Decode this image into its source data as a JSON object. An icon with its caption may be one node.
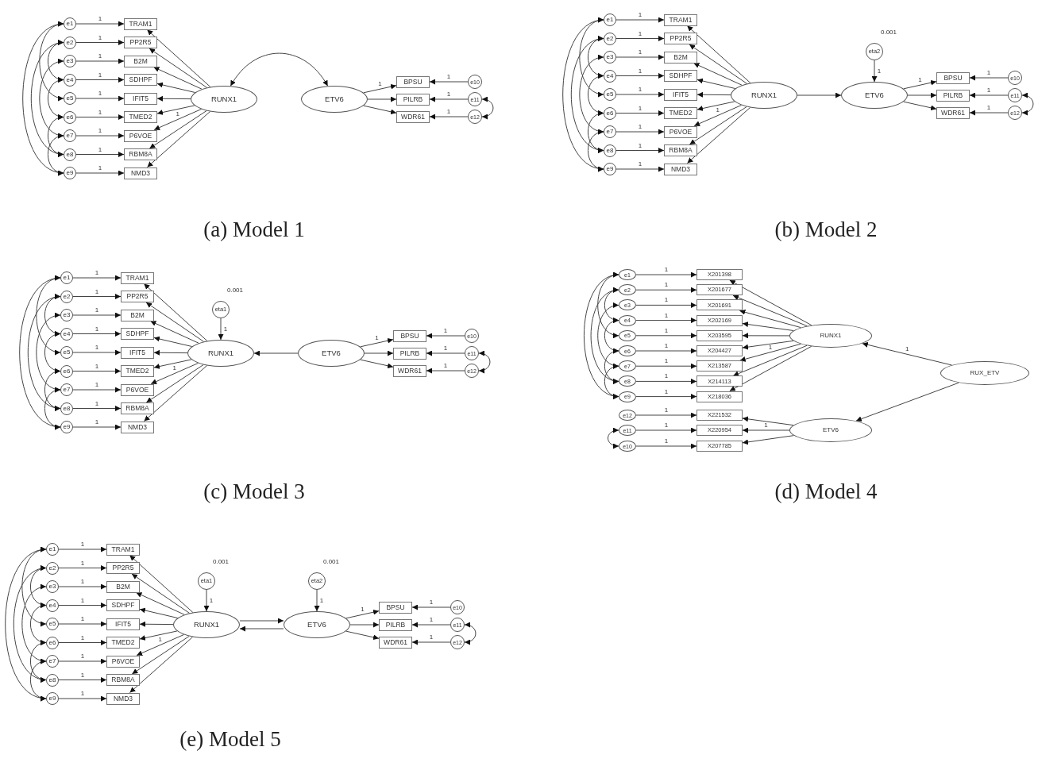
{
  "diagram": {
    "nodes": [
      {
        "text": [
          "e1"
        ]
      },
      {
        "text": [
          "e2"
        ]
      },
      {
        "text": [
          "e3"
        ]
      },
      {
        "text": [
          "e4"
        ]
      },
      {
        "text": [
          "e5"
        ]
      },
      {
        "text": [
          "e6"
        ]
      },
      {
        "text": [
          "e7"
        ]
      },
      {
        "text": [
          "e8"
        ]
      },
      {
        "text": [
          "e9"
        ]
      },
      {
        "text": [
          "TRAM1"
        ]
      },
      {
        "text": [
          "PP2R5"
        ]
      },
      {
        "text": [
          "B2M"
        ]
      },
      {
        "text": [
          "SDHPF"
        ]
      },
      {
        "text": [
          "IFIT5"
        ]
      },
      {
        "text": [
          "TMED2"
        ]
      },
      {
        "text": [
          "P6VOE"
        ]
      },
      {
        "text": [
          "RBM8A"
        ]
      },
      {
        "text": [
          "NMD3"
        ]
      },
      {
        "text": [
          "RUNX1"
        ]
      },
      {
        "text": [
          "ETV6"
        ]
      },
      {
        "text": [
          "BPSU"
        ]
      },
      {
        "text": [
          "PILRB"
        ]
      },
      {
        "text": [
          "WDR61"
        ]
      },
      {
        "text": [
          "e10"
        ]
      },
      {
        "text": [
          "e11"
        ]
      },
      {
        "text": [
          "e12"
        ]
      },
      {
        "text": [
          "e1"
        ]
      },
      {
        "text": [
          "e2"
        ]
      },
      {
        "text": [
          "e3"
        ]
      },
      {
        "text": [
          "e4"
        ]
      },
      {
        "text": [
          "e5"
        ]
      },
      {
        "text": [
          "e6"
        ]
      },
      {
        "text": [
          "e7"
        ]
      },
      {
        "text": [
          "e8"
        ]
      },
      {
        "text": [
          "e9"
        ]
      },
      {
        "text": [
          "TRAM1"
        ]
      },
      {
        "text": [
          "PP2R5"
        ]
      },
      {
        "text": [
          "B2M"
        ]
      },
      {
        "text": [
          "SDHPF"
        ]
      },
      {
        "text": [
          "IFIT5"
        ]
      },
      {
        "text": [
          "TMED2"
        ]
      },
      {
        "text": [
          "P6VOE"
        ]
      },
      {
        "text": [
          "RBM8A"
        ]
      },
      {
        "text": [
          "NMD3"
        ]
      },
      {
        "text": [
          "RUNX1"
        ]
      },
      {
        "text": [
          "ETV6"
        ]
      },
      {
        "text": [
          "BPSU"
        ]
      },
      {
        "text": [
          "PILRB"
        ]
      },
      {
        "text": [
          "WDR61"
        ]
      },
      {
        "text": [
          "e10"
        ]
      },
      {
        "text": [
          "e11"
        ]
      },
      {
        "text": [
          "e12"
        ]
      },
      {
        "text": [
          "eta2"
        ],
        "beside": [
          "0.001"
        ]
      },
      {
        "text": [
          "e1"
        ]
      },
      {
        "text": [
          "e2"
        ]
      },
      {
        "text": [
          "e3"
        ]
      },
      {
        "text": [
          "e4"
        ]
      },
      {
        "text": [
          "e5"
        ]
      },
      {
        "text": [
          "e6"
        ]
      },
      {
        "text": [
          "e7"
        ]
      },
      {
        "text": [
          "e8"
        ]
      },
      {
        "text": [
          "e9"
        ]
      },
      {
        "text": [
          "TRAM1"
        ]
      },
      {
        "text": [
          "PP2R5"
        ]
      },
      {
        "text": [
          "B2M"
        ]
      },
      {
        "text": [
          "SDHPF"
        ]
      },
      {
        "text": [
          "IFIT5"
        ]
      },
      {
        "text": [
          "TMED2"
        ]
      },
      {
        "text": [
          "P6VOE"
        ]
      },
      {
        "text": [
          "RBM8A"
        ]
      },
      {
        "text": [
          "NMD3"
        ]
      },
      {
        "text": [
          "RUNX1"
        ]
      },
      {
        "text": [
          "ETV6"
        ]
      },
      {
        "text": [
          "BPSU"
        ]
      },
      {
        "text": [
          "PILRB"
        ]
      },
      {
        "text": [
          "WDR61"
        ]
      },
      {
        "text": [
          "e10"
        ]
      },
      {
        "text": [
          "e11"
        ]
      },
      {
        "text": [
          "e12"
        ]
      },
      {
        "text": [
          "eta1"
        ],
        "beside": [
          "0.001"
        ]
      },
      {
        "text": [
          "e1"
        ]
      },
      {
        "text": [
          "e2"
        ]
      },
      {
        "text": [
          "e3"
        ]
      },
      {
        "text": [
          "e4"
        ]
      },
      {
        "text": [
          "e5"
        ]
      },
      {
        "text": [
          "e6"
        ]
      },
      {
        "text": [
          "e7"
        ]
      },
      {
        "text": [
          "e8"
        ]
      },
      {
        "text": [
          "e9"
        ]
      },
      {
        "text": [
          "e12"
        ]
      },
      {
        "text": [
          "e11"
        ]
      },
      {
        "text": [
          "e10"
        ]
      },
      {
        "text": [
          "X201398"
        ]
      },
      {
        "text": [
          "X201677"
        ]
      },
      {
        "text": [
          "X201691"
        ]
      },
      {
        "text": [
          "X202169"
        ]
      },
      {
        "text": [
          "X203595"
        ]
      },
      {
        "text": [
          "X204427"
        ]
      },
      {
        "text": [
          "X213587"
        ]
      },
      {
        "text": [
          "X214113"
        ]
      },
      {
        "text": [
          "X218036"
        ]
      },
      {
        "text": [
          "X221532"
        ]
      },
      {
        "text": [
          "X220954"
        ]
      },
      {
        "text": [
          "X207785"
        ]
      },
      {
        "text": [
          "RUNX1"
        ]
      },
      {
        "text": [
          "ETV6"
        ]
      },
      {
        "text": [
          "RUX_ETV"
        ]
      },
      {
        "text": [
          "e1"
        ]
      },
      {
        "text": [
          "e2"
        ]
      },
      {
        "text": [
          "e3"
        ]
      },
      {
        "text": [
          "e4"
        ]
      },
      {
        "text": [
          "e5"
        ]
      },
      {
        "text": [
          "e6"
        ]
      },
      {
        "text": [
          "e7"
        ]
      },
      {
        "text": [
          "e8"
        ]
      },
      {
        "text": [
          "e9"
        ]
      },
      {
        "text": [
          "TRAM1"
        ]
      },
      {
        "text": [
          "PP2R5"
        ]
      },
      {
        "text": [
          "B2M"
        ]
      },
      {
        "text": [
          "SDHPF"
        ]
      },
      {
        "text": [
          "IFIT5"
        ]
      },
      {
        "text": [
          "TMED2"
        ]
      },
      {
        "text": [
          "P6VOE"
        ]
      },
      {
        "text": [
          "RBM8A"
        ]
      },
      {
        "text": [
          "NMD3"
        ]
      },
      {
        "text": [
          "RUNX1"
        ]
      },
      {
        "text": [
          "ETV6"
        ]
      },
      {
        "text": [
          "BPSU"
        ]
      },
      {
        "text": [
          "PILRB"
        ]
      },
      {
        "text": [
          "WDR61"
        ]
      },
      {
        "text": [
          "e10"
        ]
      },
      {
        "text": [
          "e11"
        ]
      },
      {
        "text": [
          "e12"
        ]
      },
      {
        "text": [
          "eta1"
        ],
        "beside": [
          "0.001"
        ]
      },
      {
        "text": [
          "eta2"
        ],
        "beside": [
          "0.001"
        ]
      }
    ],
    "edges": [
      {
        "from": 0,
        "to": 9,
        "arrow": "to",
        "label": "1"
      },
      {
        "from": 1,
        "to": 10,
        "arrow": "to",
        "label": "1"
      },
      {
        "from": 2,
        "to": 11,
        "arrow": "to",
        "label": "1"
      },
      {
        "from": 3,
        "to": 12,
        "arrow": "to",
        "label": "1"
      },
      {
        "from": 4,
        "to": 13,
        "arrow": "to",
        "label": "1"
      },
      {
        "from": 5,
        "to": 14,
        "arrow": "to",
        "label": "1"
      },
      {
        "from": 6,
        "to": 15,
        "arrow": "to",
        "label": "1"
      },
      {
        "from": 7,
        "to": 16,
        "arrow": "to",
        "label": "1"
      },
      {
        "from": 8,
        "to": 17,
        "arrow": "to",
        "label": "1"
      },
      {
        "from": 18,
        "to": 9,
        "arrow": "to"
      },
      {
        "from": 18,
        "to": 10,
        "arrow": "to"
      },
      {
        "from": 18,
        "to": 11,
        "arrow": "to"
      },
      {
        "from": 18,
        "to": 12,
        "arrow": "to"
      },
      {
        "from": 18,
        "to": 13,
        "arrow": "to"
      },
      {
        "from": 18,
        "to": 14,
        "arrow": "to"
      },
      {
        "from": 18,
        "to": 15,
        "arrow": "to",
        "label": "1"
      },
      {
        "from": 18,
        "to": 16,
        "arrow": "to"
      },
      {
        "from": 18,
        "to": 17,
        "arrow": "to"
      },
      {
        "from": 19,
        "to": 20,
        "arrow": "to",
        "label": "1"
      },
      {
        "from": 19,
        "to": 21,
        "arrow": "to"
      },
      {
        "from": 19,
        "to": 22,
        "arrow": "to"
      },
      {
        "from": 23,
        "to": 20,
        "arrow": "to",
        "label": "1"
      },
      {
        "from": 24,
        "to": 21,
        "arrow": "to",
        "label": "1"
      },
      {
        "from": 25,
        "to": 22,
        "arrow": "to",
        "label": "1"
      },
      {
        "from": 0,
        "to": 8,
        "arrow": "both"
      },
      {
        "from": 0,
        "to": 4,
        "arrow": "both"
      },
      {
        "from": 1,
        "to": 7,
        "arrow": "both"
      },
      {
        "from": 1,
        "to": 3,
        "arrow": "both"
      },
      {
        "from": 2,
        "to": 6,
        "arrow": "both"
      },
      {
        "from": 3,
        "to": 5,
        "arrow": "both"
      },
      {
        "from": 5,
        "to": 7,
        "arrow": "both"
      },
      {
        "from": 6,
        "to": 8,
        "arrow": "both"
      },
      {
        "from": 24,
        "to": 25,
        "arrow": "both"
      },
      {
        "from": 18,
        "to": 19,
        "arrow": "both"
      },
      {
        "from": 26,
        "to": 35,
        "arrow": "to",
        "label": "1"
      },
      {
        "from": 27,
        "to": 36,
        "arrow": "to",
        "label": "1"
      },
      {
        "from": 28,
        "to": 37,
        "arrow": "to",
        "label": "1"
      },
      {
        "from": 29,
        "to": 38,
        "arrow": "to",
        "label": "1"
      },
      {
        "from": 30,
        "to": 39,
        "arrow": "to",
        "label": "1"
      },
      {
        "from": 31,
        "to": 40,
        "arrow": "to",
        "label": "1"
      },
      {
        "from": 32,
        "to": 41,
        "arrow": "to",
        "label": "1"
      },
      {
        "from": 33,
        "to": 42,
        "arrow": "to",
        "label": "1"
      },
      {
        "from": 34,
        "to": 43,
        "arrow": "to",
        "label": "1"
      },
      {
        "from": 44,
        "to": 35,
        "arrow": "to"
      },
      {
        "from": 44,
        "to": 36,
        "arrow": "to"
      },
      {
        "from": 44,
        "to": 37,
        "arrow": "to"
      },
      {
        "from": 44,
        "to": 38,
        "arrow": "to"
      },
      {
        "from": 44,
        "to": 39,
        "arrow": "to"
      },
      {
        "from": 44,
        "to": 40,
        "arrow": "to"
      },
      {
        "from": 44,
        "to": 41,
        "arrow": "to",
        "label": "1"
      },
      {
        "from": 44,
        "to": 42,
        "arrow": "to"
      },
      {
        "from": 44,
        "to": 43,
        "arrow": "to"
      },
      {
        "from": 45,
        "to": 46,
        "arrow": "to",
        "label": "1"
      },
      {
        "from": 45,
        "to": 47,
        "arrow": "to"
      },
      {
        "from": 45,
        "to": 48,
        "arrow": "to"
      },
      {
        "from": 49,
        "to": 46,
        "arrow": "to",
        "label": "1"
      },
      {
        "from": 50,
        "to": 47,
        "arrow": "to",
        "label": "1"
      },
      {
        "from": 51,
        "to": 48,
        "arrow": "to",
        "label": "1"
      },
      {
        "from": 26,
        "to": 34,
        "arrow": "both"
      },
      {
        "from": 26,
        "to": 30,
        "arrow": "both"
      },
      {
        "from": 27,
        "to": 33,
        "arrow": "both"
      },
      {
        "from": 27,
        "to": 29,
        "arrow": "both"
      },
      {
        "from": 28,
        "to": 32,
        "arrow": "both"
      },
      {
        "from": 29,
        "to": 31,
        "arrow": "both"
      },
      {
        "from": 31,
        "to": 33,
        "arrow": "both"
      },
      {
        "from": 32,
        "to": 34,
        "arrow": "both"
      },
      {
        "from": 50,
        "to": 51,
        "arrow": "both"
      },
      {
        "from": 44,
        "to": 45,
        "arrow": "to"
      },
      {
        "from": 52,
        "to": 45,
        "arrow": "to",
        "label": "1"
      },
      {
        "from": 53,
        "to": 62,
        "arrow": "to",
        "label": "1"
      },
      {
        "from": 54,
        "to": 63,
        "arrow": "to",
        "label": "1"
      },
      {
        "from": 55,
        "to": 64,
        "arrow": "to",
        "label": "1"
      },
      {
        "from": 56,
        "to": 65,
        "arrow": "to",
        "label": "1"
      },
      {
        "from": 57,
        "to": 66,
        "arrow": "to",
        "label": "1"
      },
      {
        "from": 58,
        "to": 67,
        "arrow": "to",
        "label": "1"
      },
      {
        "from": 59,
        "to": 68,
        "arrow": "to",
        "label": "1"
      },
      {
        "from": 60,
        "to": 69,
        "arrow": "to",
        "label": "1"
      },
      {
        "from": 61,
        "to": 70,
        "arrow": "to",
        "label": "1"
      },
      {
        "from": 71,
        "to": 62,
        "arrow": "to"
      },
      {
        "from": 71,
        "to": 63,
        "arrow": "to"
      },
      {
        "from": 71,
        "to": 64,
        "arrow": "to"
      },
      {
        "from": 71,
        "to": 65,
        "arrow": "to"
      },
      {
        "from": 71,
        "to": 66,
        "arrow": "to"
      },
      {
        "from": 71,
        "to": 67,
        "arrow": "to"
      },
      {
        "from": 71,
        "to": 68,
        "arrow": "to",
        "label": "1"
      },
      {
        "from": 71,
        "to": 69,
        "arrow": "to"
      },
      {
        "from": 71,
        "to": 70,
        "arrow": "to"
      },
      {
        "from": 72,
        "to": 73,
        "arrow": "to",
        "label": "1"
      },
      {
        "from": 72,
        "to": 74,
        "arrow": "to"
      },
      {
        "from": 72,
        "to": 75,
        "arrow": "to"
      },
      {
        "from": 76,
        "to": 73,
        "arrow": "to",
        "label": "1"
      },
      {
        "from": 77,
        "to": 74,
        "arrow": "to",
        "label": "1"
      },
      {
        "from": 78,
        "to": 75,
        "arrow": "to",
        "label": "1"
      },
      {
        "from": 53,
        "to": 61,
        "arrow": "both"
      },
      {
        "from": 53,
        "to": 57,
        "arrow": "both"
      },
      {
        "from": 54,
        "to": 60,
        "arrow": "both"
      },
      {
        "from": 54,
        "to": 56,
        "arrow": "both"
      },
      {
        "from": 55,
        "to": 59,
        "arrow": "both"
      },
      {
        "from": 56,
        "to": 58,
        "arrow": "both"
      },
      {
        "from": 58,
        "to": 60,
        "arrow": "both"
      },
      {
        "from": 59,
        "to": 61,
        "arrow": "both"
      },
      {
        "from": 77,
        "to": 78,
        "arrow": "both"
      },
      {
        "from": 72,
        "to": 71,
        "arrow": "to"
      },
      {
        "from": 79,
        "to": 71,
        "arrow": "to",
        "label": "1"
      },
      {
        "from": 80,
        "to": 92,
        "arrow": "to",
        "label": "1"
      },
      {
        "from": 81,
        "to": 93,
        "arrow": "to",
        "label": "1"
      },
      {
        "from": 82,
        "to": 94,
        "arrow": "to",
        "label": "1"
      },
      {
        "from": 83,
        "to": 95,
        "arrow": "to",
        "label": "1"
      },
      {
        "from": 84,
        "to": 96,
        "arrow": "to",
        "label": "1"
      },
      {
        "from": 85,
        "to": 97,
        "arrow": "to",
        "label": "1"
      },
      {
        "from": 86,
        "to": 98,
        "arrow": "to",
        "label": "1"
      },
      {
        "from": 87,
        "to": 99,
        "arrow": "to",
        "label": "1"
      },
      {
        "from": 88,
        "to": 100,
        "arrow": "to",
        "label": "1"
      },
      {
        "from": 89,
        "to": 101,
        "arrow": "to",
        "label": "1"
      },
      {
        "from": 90,
        "to": 102,
        "arrow": "to",
        "label": "1"
      },
      {
        "from": 91,
        "to": 103,
        "arrow": "to",
        "label": "1"
      },
      {
        "from": 104,
        "to": 92,
        "arrow": "to"
      },
      {
        "from": 104,
        "to": 93,
        "arrow": "to"
      },
      {
        "from": 104,
        "to": 94,
        "arrow": "to"
      },
      {
        "from": 104,
        "to": 95,
        "arrow": "to"
      },
      {
        "from": 104,
        "to": 96,
        "arrow": "to"
      },
      {
        "from": 104,
        "to": 97,
        "arrow": "to"
      },
      {
        "from": 104,
        "to": 98,
        "arrow": "to",
        "label": "1"
      },
      {
        "from": 104,
        "to": 99,
        "arrow": "to"
      },
      {
        "from": 104,
        "to": 100,
        "arrow": "to"
      },
      {
        "from": 105,
        "to": 101,
        "arrow": "to"
      },
      {
        "from": 105,
        "to": 102,
        "arrow": "to",
        "label": "1"
      },
      {
        "from": 105,
        "to": 103,
        "arrow": "to"
      },
      {
        "from": 106,
        "to": 104,
        "arrow": "to",
        "label": "1"
      },
      {
        "from": 106,
        "to": 105,
        "arrow": "to"
      },
      {
        "from": 80,
        "to": 88,
        "arrow": "both"
      },
      {
        "from": 80,
        "to": 84,
        "arrow": "both"
      },
      {
        "from": 81,
        "to": 87,
        "arrow": "both"
      },
      {
        "from": 81,
        "to": 83,
        "arrow": "both"
      },
      {
        "from": 82,
        "to": 86,
        "arrow": "both"
      },
      {
        "from": 83,
        "to": 85,
        "arrow": "both"
      },
      {
        "from": 85,
        "to": 87,
        "arrow": "both"
      },
      {
        "from": 86,
        "to": 88,
        "arrow": "both"
      },
      {
        "from": 90,
        "to": 91,
        "arrow": "both"
      },
      {
        "from": 107,
        "to": 116,
        "arrow": "to",
        "label": "1"
      },
      {
        "from": 108,
        "to": 117,
        "arrow": "to",
        "label": "1"
      },
      {
        "from": 109,
        "to": 118,
        "arrow": "to",
        "label": "1"
      },
      {
        "from": 110,
        "to": 119,
        "arrow": "to",
        "label": "1"
      },
      {
        "from": 111,
        "to": 120,
        "arrow": "to",
        "label": "1"
      },
      {
        "from": 112,
        "to": 121,
        "arrow": "to",
        "label": "1"
      },
      {
        "from": 113,
        "to": 122,
        "arrow": "to",
        "label": "1"
      },
      {
        "from": 114,
        "to": 123,
        "arrow": "to",
        "label": "1"
      },
      {
        "from": 115,
        "to": 124,
        "arrow": "to",
        "label": "1"
      },
      {
        "from": 125,
        "to": 116,
        "arrow": "to"
      },
      {
        "from": 125,
        "to": 117,
        "arrow": "to"
      },
      {
        "from": 125,
        "to": 118,
        "arrow": "to"
      },
      {
        "from": 125,
        "to": 119,
        "arrow": "to"
      },
      {
        "from": 125,
        "to": 120,
        "arrow": "to"
      },
      {
        "from": 125,
        "to": 121,
        "arrow": "to"
      },
      {
        "from": 125,
        "to": 122,
        "arrow": "to",
        "label": "1"
      },
      {
        "from": 125,
        "to": 123,
        "arrow": "to"
      },
      {
        "from": 125,
        "to": 124,
        "arrow": "to"
      },
      {
        "from": 126,
        "to": 127,
        "arrow": "to",
        "label": "1"
      },
      {
        "from": 126,
        "to": 128,
        "arrow": "to"
      },
      {
        "from": 126,
        "to": 129,
        "arrow": "to"
      },
      {
        "from": 130,
        "to": 127,
        "arrow": "to",
        "label": "1"
      },
      {
        "from": 131,
        "to": 128,
        "arrow": "to",
        "label": "1"
      },
      {
        "from": 132,
        "to": 129,
        "arrow": "to",
        "label": "1"
      },
      {
        "from": 107,
        "to": 115,
        "arrow": "both"
      },
      {
        "from": 107,
        "to": 111,
        "arrow": "both"
      },
      {
        "from": 108,
        "to": 114,
        "arrow": "both"
      },
      {
        "from": 108,
        "to": 110,
        "arrow": "both"
      },
      {
        "from": 109,
        "to": 113,
        "arrow": "both"
      },
      {
        "from": 110,
        "to": 112,
        "arrow": "both"
      },
      {
        "from": 112,
        "to": 114,
        "arrow": "both"
      },
      {
        "from": 113,
        "to": 115,
        "arrow": "both"
      },
      {
        "from": 131,
        "to": 132,
        "arrow": "both"
      },
      {
        "from": 125,
        "to": 126,
        "arrow": "to"
      },
      {
        "from": 126,
        "to": 125,
        "arrow": "to"
      },
      {
        "from": 133,
        "to": 125,
        "arrow": "to",
        "label": "1"
      },
      {
        "from": 134,
        "to": 126,
        "arrow": "to",
        "label": "1"
      }
    ],
    "labels": [
      "(a) Model 1",
      "(b) Model 2",
      "(c) Model 3",
      "(d) Model 4",
      "(e) Model 5"
    ]
  }
}
